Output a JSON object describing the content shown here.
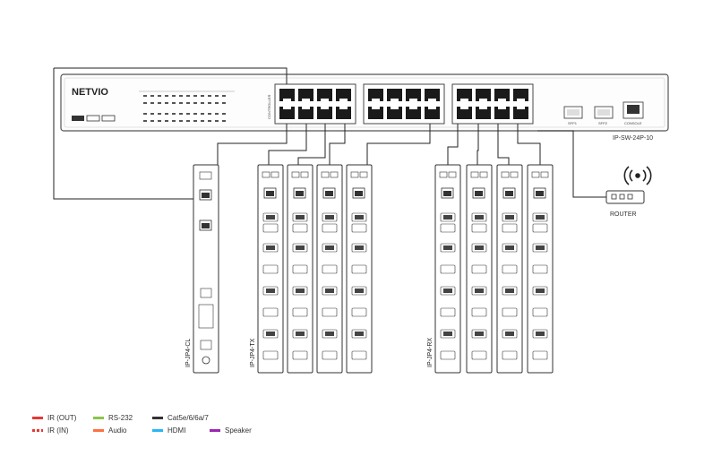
{
  "switch": {
    "brand": "NETVIO",
    "model": "IP-SW-24P-10",
    "rj45_label": "CONSOLE",
    "sfp_labels": [
      "SFP1",
      "SFP2"
    ],
    "side_label": "CONTROLLER"
  },
  "router": {
    "label": "ROUTER"
  },
  "devices": [
    {
      "label": "IP-JP4-CL",
      "tag": "CL"
    },
    {
      "label": "IP-JP4-TX",
      "tag": "TX"
    },
    {
      "label": "IP-JP4-RX",
      "tag": "RX"
    }
  ],
  "legend": [
    {
      "label": "IR (OUT)",
      "color": "#e53935",
      "dashed": false
    },
    {
      "label": "IR (IN)",
      "color": "#e53935",
      "dashed": true
    },
    {
      "label": "RS-232",
      "color": "#8bc34a",
      "dashed": false
    },
    {
      "label": "Audio",
      "color": "#ff7043",
      "dashed": false
    },
    {
      "label": "Cat5e/6/6a/7",
      "color": "#333333",
      "dashed": false
    },
    {
      "label": "HDMI",
      "color": "#29b6f6",
      "dashed": false
    },
    {
      "label": "Speaker",
      "color": "#9c27b0",
      "dashed": false
    }
  ]
}
